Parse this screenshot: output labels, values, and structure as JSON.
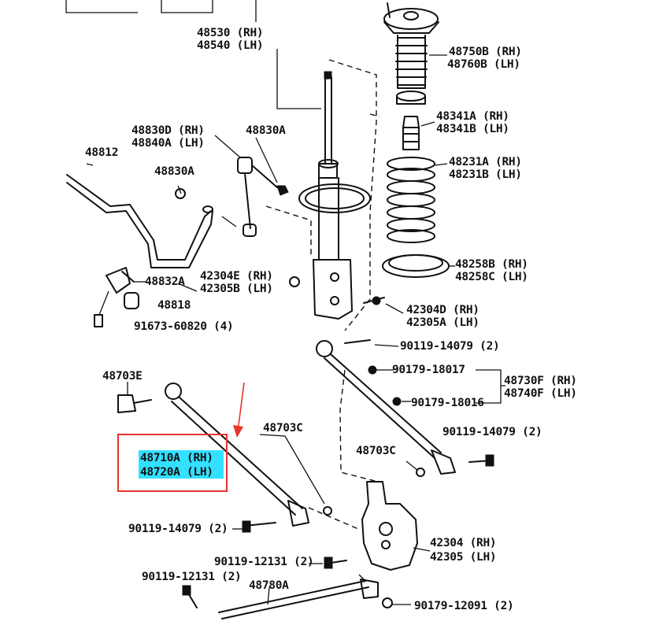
{
  "colors": {
    "highlight": "#33e0ff",
    "callout_box": "#e8352a",
    "arrow": "#e8352a",
    "ink": "#111111"
  },
  "labels": {
    "l48530": "48530 (RH)",
    "l48540": "48540 (LH)",
    "l48750B": "48750B (RH)",
    "l48760B": "48760B (LH)",
    "l48341A": "48341A (RH)",
    "l48341B": "48341B (LH)",
    "l48830D": "48830D (RH)",
    "l48840A": "48840A (LH)",
    "l48830A_top": "48830A",
    "l48812": "48812",
    "l48830A_mid": "48830A",
    "l48231A": "48231A (RH)",
    "l48231B": "48231B (LH)",
    "l48258B": "48258B (RH)",
    "l48258C": "48258C (LH)",
    "l48832A": "48832A",
    "l42304E": "42304E (RH)",
    "l42305B": "42305B (LH)",
    "l48818": "48818",
    "l42304D": "42304D (RH)",
    "l42305A": "42305A (LH)",
    "l91673": "91673-60820 (4)",
    "l90119_top": "90119-14079 (2)",
    "l90179_18017": "90179-18017",
    "l48730F": "48730F (RH)",
    "l48740F": "48740F (LH)",
    "l48703E": "48703E",
    "l90179_18016": "90179-18016",
    "l48703C_mid": "48703C",
    "l90119_right": "90119-14079 (2)",
    "l48710A": "48710A (RH)",
    "l48720A": "48720A (LH)",
    "l48703C_low": "48703C",
    "l90119_left": "90119-14079 (2)",
    "l42304": "42304 (RH)",
    "l42305": "42305 (LH)",
    "l90119_12131_a": "90119-12131 (2)",
    "l90119_12131_b": "90119-12131 (2)",
    "l48780A": "48780A",
    "l90179_12091": "90179-12091 (2)"
  }
}
